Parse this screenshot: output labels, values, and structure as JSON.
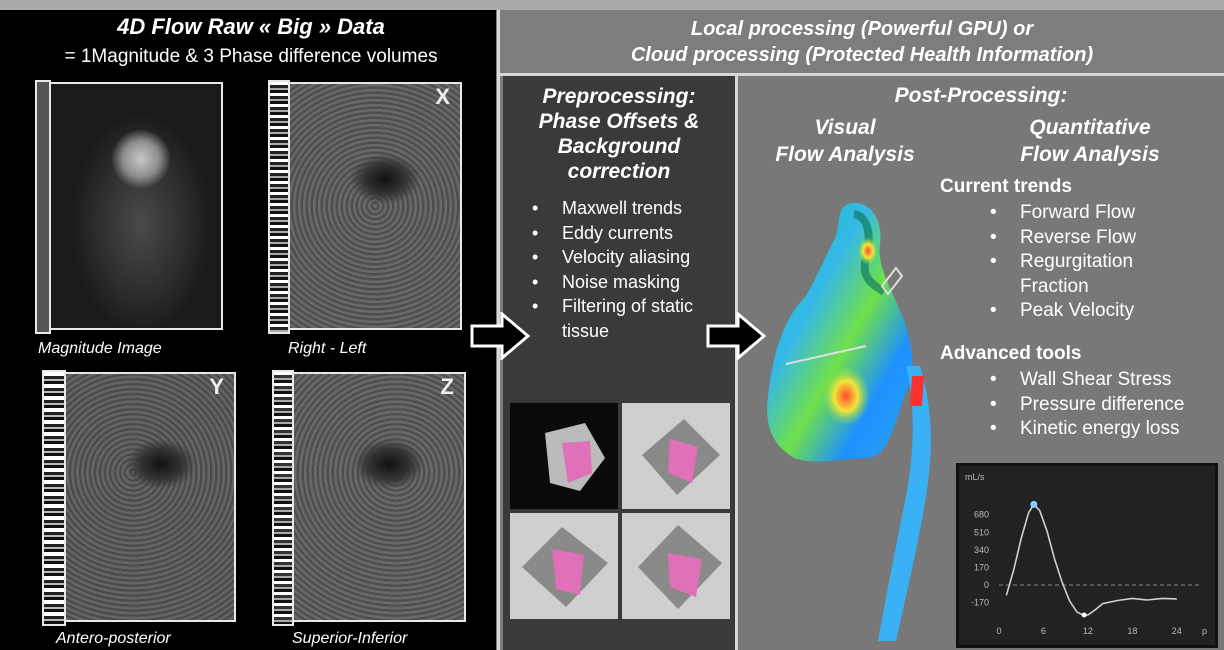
{
  "left_panel": {
    "title": "4D Flow Raw « Big » Data",
    "subtitle": "= 1Magnitude & 3 Phase difference volumes",
    "volumes": [
      {
        "caption": "Magnitude  Image",
        "axis": ""
      },
      {
        "caption": "Right - Left",
        "axis": "X"
      },
      {
        "caption": "Antero-posterior",
        "axis": "Y"
      },
      {
        "caption": "Superior-Inferior",
        "axis": "Z"
      }
    ]
  },
  "header": {
    "line1": "Local processing (Powerful GPU) or",
    "line2": "Cloud processing (Protected Health Information)"
  },
  "preprocessing": {
    "title_lines": [
      "Preprocessing:",
      "Phase Offsets &",
      "Background",
      "correction"
    ],
    "items": [
      "Maxwell trends",
      "Eddy currents",
      "Velocity aliasing",
      "Noise masking",
      "Filtering of static tissue"
    ]
  },
  "postprocessing": {
    "title": "Post-Processing:",
    "visual_lines": [
      "Visual",
      "Flow Analysis"
    ],
    "quant_lines": [
      "Quantitative",
      "Flow Analysis"
    ],
    "current_trends": {
      "heading": "Current trends",
      "items": [
        "Forward Flow",
        "Reverse Flow",
        "Regurgitation Fraction",
        "Peak Velocity"
      ]
    },
    "advanced_tools": {
      "heading": "Advanced tools",
      "items": [
        "Wall Shear Stress",
        "Pressure difference",
        "Kinetic energy loss"
      ]
    }
  },
  "colors": {
    "background": "#000000",
    "preprocessing_panel": "#3a3a3a",
    "postprocessing_panel": "#787878",
    "segmentation": "#e070b8",
    "flow_curve": "#d0d0d0",
    "peak_marker": "#7fd3ff"
  },
  "chart_data": {
    "type": "line",
    "ylabel": "mL/s",
    "xlabel": "",
    "yticks": [
      680,
      510,
      340,
      170,
      0,
      -170
    ],
    "xticks": [
      0,
      6,
      12,
      18,
      24
    ],
    "xtick_suffix": "p",
    "ylim": [
      -300,
      900
    ],
    "xlim": [
      0,
      27
    ],
    "zero_line": "dashed",
    "series": [
      {
        "x": [
          1,
          2,
          3,
          4,
          4.7,
          5.5,
          6.5,
          7.5,
          8.5,
          9.5,
          10.5,
          11.3,
          12,
          13,
          14,
          16,
          18,
          20,
          22,
          24
        ],
        "y": [
          -100,
          150,
          450,
          700,
          780,
          720,
          520,
          250,
          30,
          -150,
          -260,
          -290,
          -290,
          -240,
          -180,
          -150,
          -130,
          -145,
          -130,
          -135
        ]
      }
    ],
    "markers": [
      {
        "x": 4.7,
        "y": 780
      },
      {
        "x": 11.5,
        "y": -290
      }
    ]
  }
}
